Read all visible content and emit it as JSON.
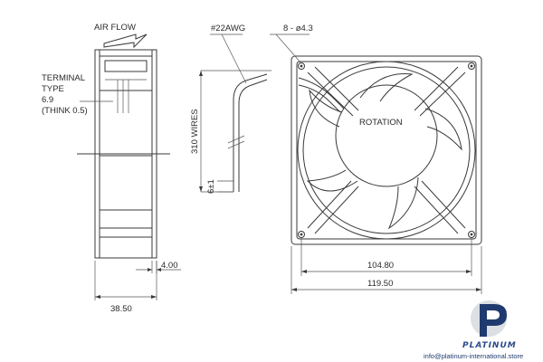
{
  "labels": {
    "air_flow": "AIR FLOW",
    "terminal_type": "TERMINAL",
    "terminal_type_2": "TYPE",
    "terminal_dim": "6.9",
    "terminal_thick": "(THINK 0.5)",
    "wire_gauge": "#22AWG",
    "holes": "8 - ø4.3",
    "wire_length": "310 WIRES",
    "wire_strip": "6±1",
    "rotation": "ROTATION",
    "depth_side": "38.50",
    "flange": "4.00",
    "hole_spacing": "104.80",
    "overall_width": "119.50"
  },
  "brand": {
    "name": "PLATINUM",
    "email": "info@platinum-international.store",
    "colors": {
      "blue": "#1f3a6e",
      "grey": "#c0c4cc"
    }
  },
  "icons": [
    "arrow-icon",
    "fan-blade-icon",
    "platinum-logo-icon"
  ]
}
